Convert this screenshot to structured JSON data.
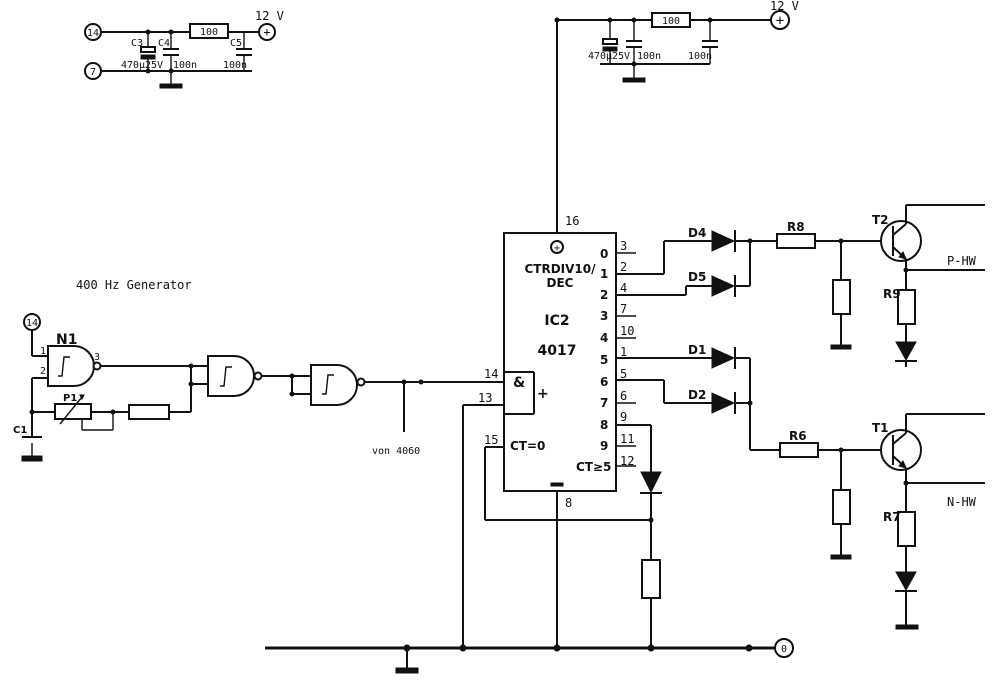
{
  "supply_left": {
    "node_14": "14",
    "node_7": "7",
    "r_value": "100",
    "vout": "12 V",
    "c3_name": "C3",
    "c4_name": "C4",
    "c5_name": "C5",
    "c3_value": "470µ",
    "c3_voltage": "25V",
    "c4_value": "100n",
    "c5_value": "100n"
  },
  "supply_right": {
    "r_value": "100",
    "vout": "12 V",
    "c1_value": "470µ",
    "c1_voltage": "25V",
    "c2_value": "100n",
    "c3_value": "100n"
  },
  "generator": {
    "title": "400 Hz Generator",
    "node_14": "14",
    "gate_name": "N1",
    "pin_1": "1",
    "pin_2": "2",
    "pin_3": "3",
    "pot_name": "P1",
    "cap_name": "C1",
    "von_label": "von 4060"
  },
  "ic2": {
    "type_line1": "CTRDIV10/",
    "type_line2": "DEC",
    "ref": "IC2",
    "part": "4017",
    "and_symbol": "&",
    "plus_symbol": "+",
    "ct0": "CT=0",
    "ct5": "CT≥5",
    "pin_16": "16",
    "pin_8": "8",
    "pin_14": "14",
    "pin_13": "13",
    "pin_15": "15",
    "outputs": [
      {
        "index": "0",
        "pin": "3"
      },
      {
        "index": "1",
        "pin": "2"
      },
      {
        "index": "2",
        "pin": "4"
      },
      {
        "index": "3",
        "pin": "7"
      },
      {
        "index": "4",
        "pin": "10"
      },
      {
        "index": "5",
        "pin": "1"
      },
      {
        "index": "6",
        "pin": "5"
      },
      {
        "index": "7",
        "pin": "6"
      },
      {
        "index": "8",
        "pin": "9"
      },
      {
        "index": "9",
        "pin": "11"
      }
    ],
    "pin_12": "12"
  },
  "diodes": {
    "d1": "D1",
    "d2": "D2",
    "d4": "D4",
    "d5": "D5"
  },
  "output_stage": {
    "r8": "R8",
    "r9": "R9",
    "r6": "R6",
    "r7": "R7",
    "t2": "T2",
    "t1": "T1",
    "p_hw": "P-HW",
    "n_hw": "N-HW"
  },
  "ground": {
    "node_0": "0"
  }
}
